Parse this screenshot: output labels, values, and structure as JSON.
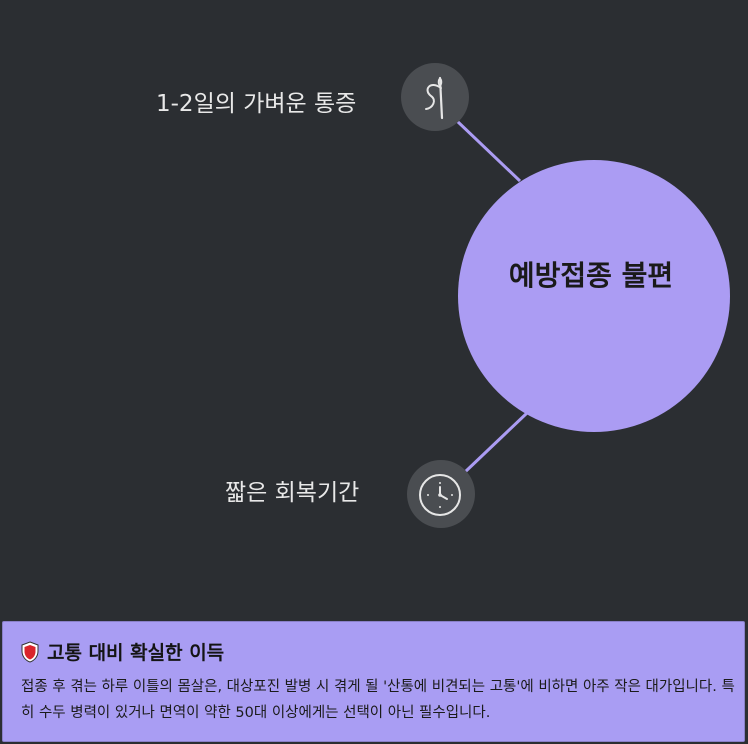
{
  "diagram": {
    "center_label": "예방접종 불편",
    "branches": [
      {
        "label": "1-2일의 가벼운 통증",
        "icon": "needle-icon"
      },
      {
        "label": "짧은 회복기간",
        "icon": "clock-icon"
      }
    ],
    "colors": {
      "accent": "#ab9cf3",
      "background": "#2b2e32",
      "icon_bg": "#4a4d51"
    }
  },
  "card": {
    "icon": "shield-icon",
    "title": "고통 대비 확실한 이득",
    "body": "접종 후 겪는 하루 이틀의 몸살은, 대상포진 발병 시 겪게 될 '산통에 비견되는 고통'에 비하면 아주 작은 대가입니다. 특히 수두 병력이 있거나 면역이 약한 50대 이상에게는 선택이 아닌 필수입니다."
  }
}
